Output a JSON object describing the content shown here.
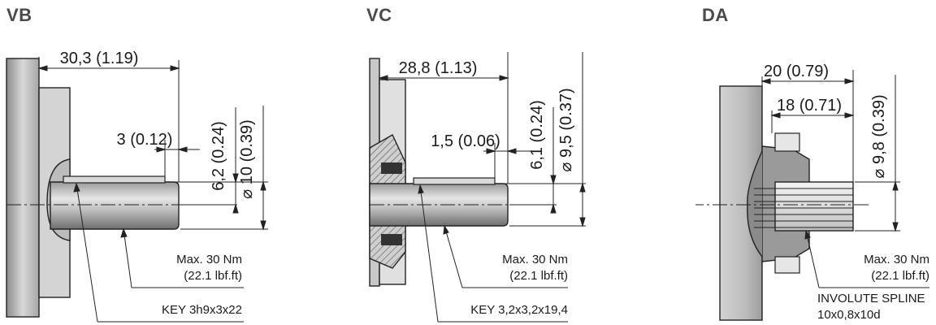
{
  "panels": [
    {
      "id": "VB",
      "title": "VB",
      "dims": {
        "length": "30,3 (1.19)",
        "key_offset": "3 (0.12)",
        "key_height": "6,2 (0.24)",
        "diameter": "⌀ 10 (0.39)"
      },
      "torque": [
        "Max. 30 Nm",
        "(22.1 lbf.ft)"
      ],
      "key_label": [
        "KEY 3h9x3x22"
      ]
    },
    {
      "id": "VC",
      "title": "VC",
      "dims": {
        "length": "28,8 (1.13)",
        "key_offset": "1,5 (0.06)",
        "key_height": "6,1 (0.24)",
        "diameter": "⌀ 9,5 (0.37)"
      },
      "torque": [
        "Max. 30 Nm",
        "(22.1 lbf.ft)"
      ],
      "key_label": [
        "KEY 3,2x3,2x19,4"
      ]
    },
    {
      "id": "DA",
      "title": "DA",
      "dims": {
        "length_outer": "20 (0.79)",
        "length_inner": "18 (0.71)",
        "diameter": "⌀ 9,8 (0.39)"
      },
      "torque": [
        "Max. 30 Nm",
        "(22.1 lbf.ft)"
      ],
      "key_label": [
        "INVOLUTE SPLINE",
        "10x0,8x10d"
      ]
    }
  ]
}
